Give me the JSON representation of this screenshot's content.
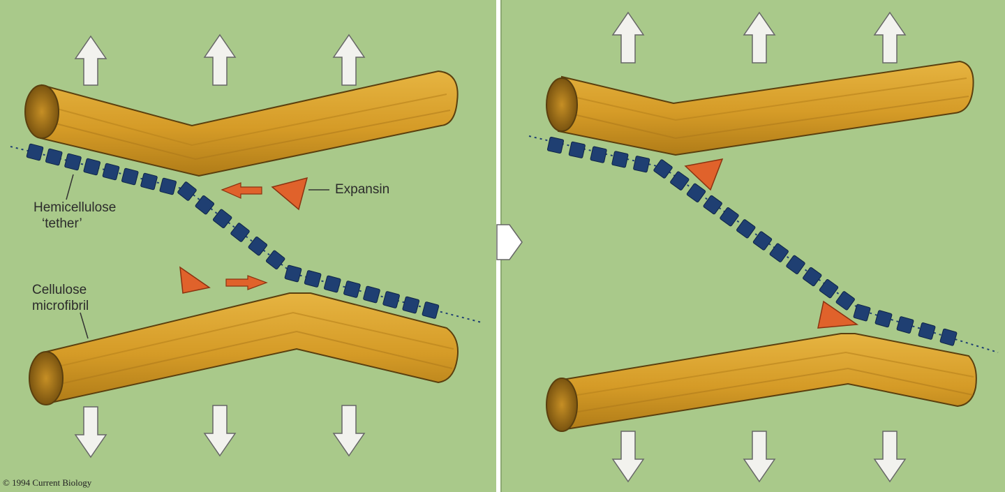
{
  "labels": {
    "expansin": "Expansin",
    "hemicellulose_line1": "Hemicellulose",
    "hemicellulose_line2": "‘tether’",
    "cellulose_line1": "Cellulose",
    "cellulose_line2": "microfibril",
    "copyright": "© 1994 Current Biology"
  },
  "colors": {
    "background": "#a9c98a",
    "microfibril": "#d9a22c",
    "microfibril_shadow": "#a9761a",
    "tether_bead": "#1f3f72",
    "expansin": "#e0622b",
    "stress_arrow": "#f2f2ee",
    "divider": "#ffffff"
  },
  "icons": {
    "stress_arrow": "up-down-arrow-icon",
    "expansin_shape": "triangle-icon",
    "motion_arrow": "right-left-arrow-icon",
    "panel_transition": "chevron-right-icon"
  },
  "panels": [
    {
      "name": "before",
      "state": "expansin approaching tether"
    },
    {
      "name": "after",
      "state": "expansin bound, fibrils separated"
    }
  ]
}
